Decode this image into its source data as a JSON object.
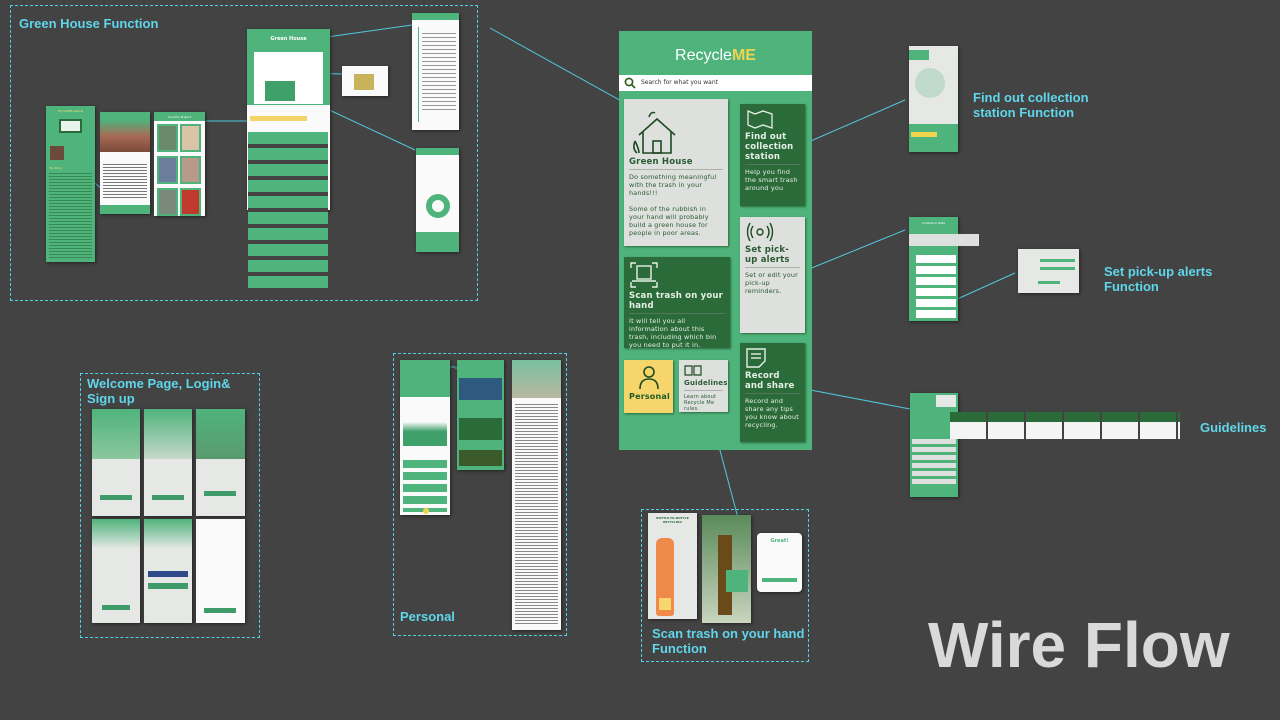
{
  "title": "Wire Flow",
  "sections": {
    "green_house": "Green House Function",
    "welcome": "Welcome Page, Login& Sign up",
    "personal": "Personal",
    "scan": "Scan trash on your hand Function",
    "collection": "Find out collection station Function",
    "pickup": "Set pick-up alerts Function",
    "guidelines": "Guidelines"
  },
  "app": {
    "title_main": "Recycle",
    "title_accent": "ME",
    "search_placeholder": "Search for what you want",
    "cards": {
      "green_house": {
        "title": "Green House",
        "desc1": "Do something meaningful with the trash in your hands!!!",
        "desc2": "Some of the rubbish in your hand will probably build a green house for people in poor areas."
      },
      "collection": {
        "title": "Find out collection station",
        "desc": "Help you find the smart trash around you"
      },
      "pickup": {
        "title": "Set pick-up alerts",
        "desc": "Set or edit your pick-up reminders."
      },
      "scan": {
        "title": "Scan trash on your hand",
        "desc": "It will tell you all information about this trash, including which bin you need to put it in."
      },
      "personal": {
        "title": "Personal"
      },
      "guidelines": {
        "title": "Guidelines",
        "desc": "Learn about Recycle Me rules."
      },
      "record": {
        "title": "Record and share",
        "desc": "Record and share any tips you know about recycling."
      }
    }
  },
  "mini_screens": {
    "green_house_header": "Green House",
    "certifications": "My Certifications",
    "my_story": "My Story",
    "country_project": "Country Project",
    "scan_headline": "BOTTLE-TO-BOTTLE RECYCLING",
    "scan_great": "Great!",
    "collection_date": "Collection Date"
  },
  "colors": {
    "background": "#434343",
    "green": "#4fb37c",
    "dark_green": "#2b6b3a",
    "accent_yellow": "#f1d44e",
    "label_cyan": "#5fd6ea"
  }
}
